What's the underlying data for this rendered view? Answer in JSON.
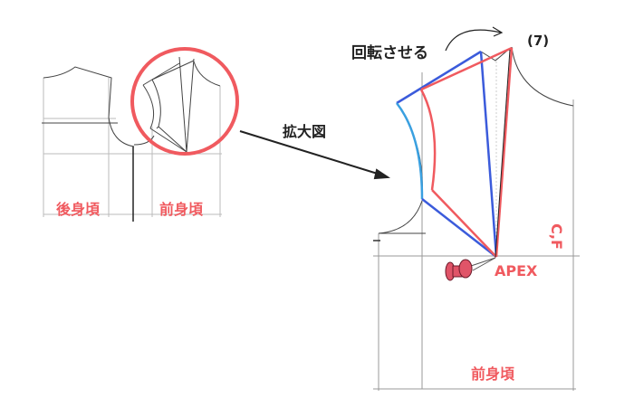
{
  "labels": {
    "back_bodice": "後身頃",
    "front_bodice_small": "前身頃",
    "enlarged_view": "拡大図",
    "rotate": "回転させる",
    "step": "(7)",
    "apex": "APEX",
    "center_front": "C,F",
    "front_bodice_large": "前身頃"
  },
  "colors": {
    "accent_red": "#f05a5f",
    "blue": "#3b5bdb",
    "line": "#333333",
    "guide": "#bbbbbb"
  },
  "icons": {
    "pin": "push-pin-icon"
  }
}
